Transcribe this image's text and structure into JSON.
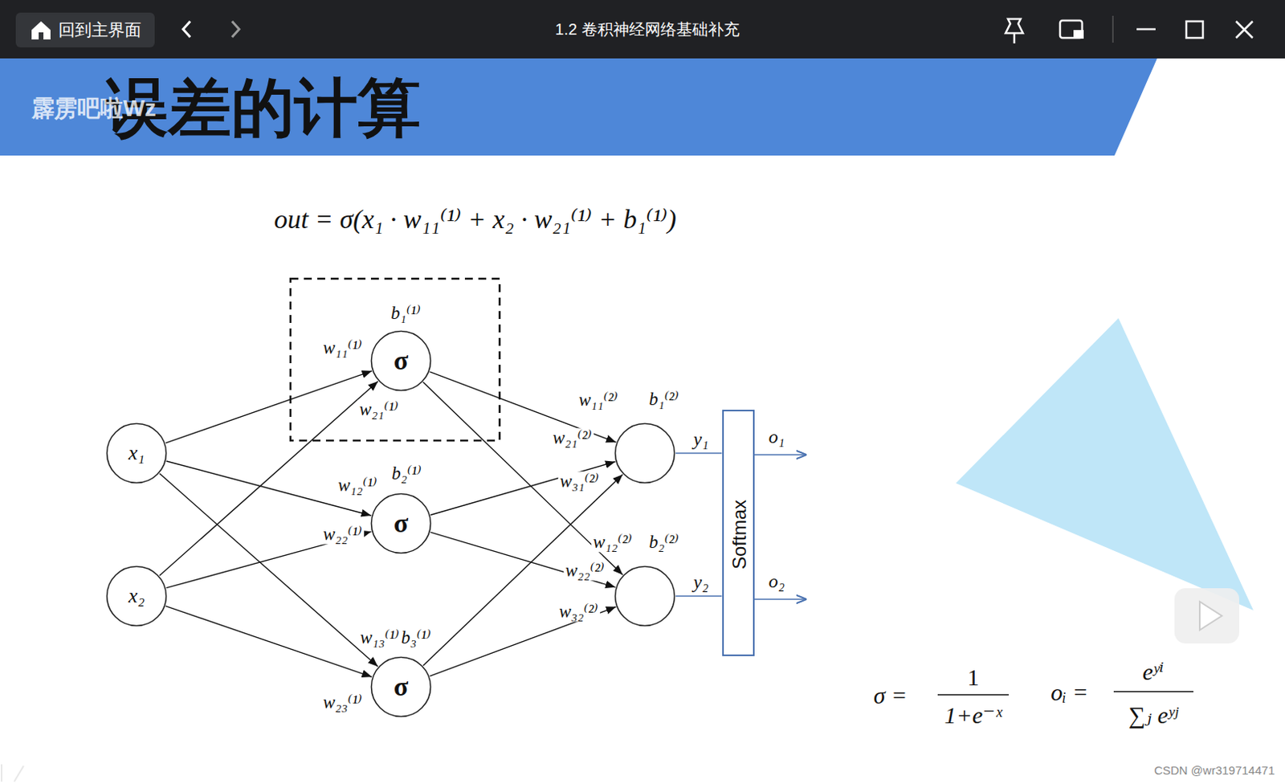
{
  "diagram": {
    "title": "误差的计算",
    "nodes": [
      {
        "text": [
          "x₁"
        ]
      },
      {
        "text": [
          "x₂"
        ]
      },
      {
        "text": [
          "σ",
          "b₁⁽¹⁾"
        ]
      },
      {
        "text": [
          "σ",
          "b₂⁽¹⁾"
        ]
      },
      {
        "text": [
          "σ",
          "b₃⁽¹⁾"
        ]
      },
      {
        "text": [
          "y₁",
          "b₁⁽²⁾"
        ]
      },
      {
        "text": [
          "y₂",
          "b₂⁽²⁾"
        ]
      },
      {
        "text": [
          "Softmax"
        ]
      }
    ],
    "edges": [
      {
        "from": 0,
        "to": 2,
        "arrow": "to",
        "label": "w₁₁⁽¹⁾"
      },
      {
        "from": 1,
        "to": 2,
        "arrow": "to",
        "label": "w₂₁⁽¹⁾"
      },
      {
        "from": 0,
        "to": 3,
        "arrow": "to",
        "label": "w₁₂⁽¹⁾"
      },
      {
        "from": 1,
        "to": 3,
        "arrow": "to",
        "label": "w₂₂⁽¹⁾"
      },
      {
        "from": 0,
        "to": 4,
        "arrow": "to",
        "label": "w₁₃⁽¹⁾"
      },
      {
        "from": 1,
        "to": 4,
        "arrow": "to",
        "label": "w₂₃⁽¹⁾"
      },
      {
        "from": 2,
        "to": 5,
        "arrow": "to",
        "label": "w₁₁⁽²⁾"
      },
      {
        "from": 3,
        "to": 5,
        "arrow": "to",
        "label": "w₂₁⁽²⁾"
      },
      {
        "from": 4,
        "to": 5,
        "arrow": "to",
        "label": "w₃₁⁽²⁾"
      },
      {
        "from": 2,
        "to": 6,
        "arrow": "to",
        "label": "w₁₂⁽²⁾"
      },
      {
        "from": 3,
        "to": 6,
        "arrow": "to",
        "label": "w₂₂⁽²⁾"
      },
      {
        "from": 4,
        "to": 6,
        "arrow": "to",
        "label": "w₃₂⁽²⁾"
      },
      {
        "from": 5,
        "to": 7,
        "arrow": "none"
      },
      {
        "from": 6,
        "to": 7,
        "arrow": "none"
      }
    ],
    "labels": [
      "回到主界面",
      "1.2 卷积神经网络基础补充",
      "霹雳吧啦Wz",
      "out = σ(x₁ · w₁₁⁽¹⁾ + x₂ · w₂₁⁽¹⁾ + b₁⁽¹⁾)",
      "o₁",
      "o₂",
      "σ =",
      "1",
      "1+e⁻ˣ",
      "oᵢ =",
      "eʸⁱ",
      "∑ⱼ eʸʲ",
      "CSDN @wr319714471"
    ]
  }
}
